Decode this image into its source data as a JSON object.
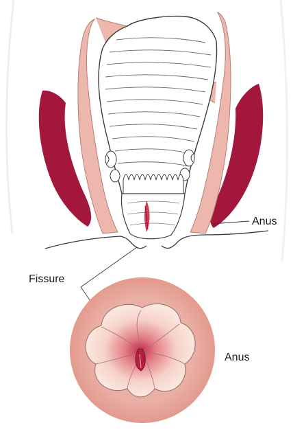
{
  "labels": {
    "anus_top": "Anus",
    "fissure": "Fissure",
    "anus_bottom": "Anus"
  },
  "colors": {
    "muscle": "#a3173c",
    "tissue_pink": "#edb7ad",
    "bowel_fill": "#ffffff",
    "outline": "#3a3a3a",
    "fissure_red": "#d23a57",
    "circle_bg": "#e8a79c"
  }
}
